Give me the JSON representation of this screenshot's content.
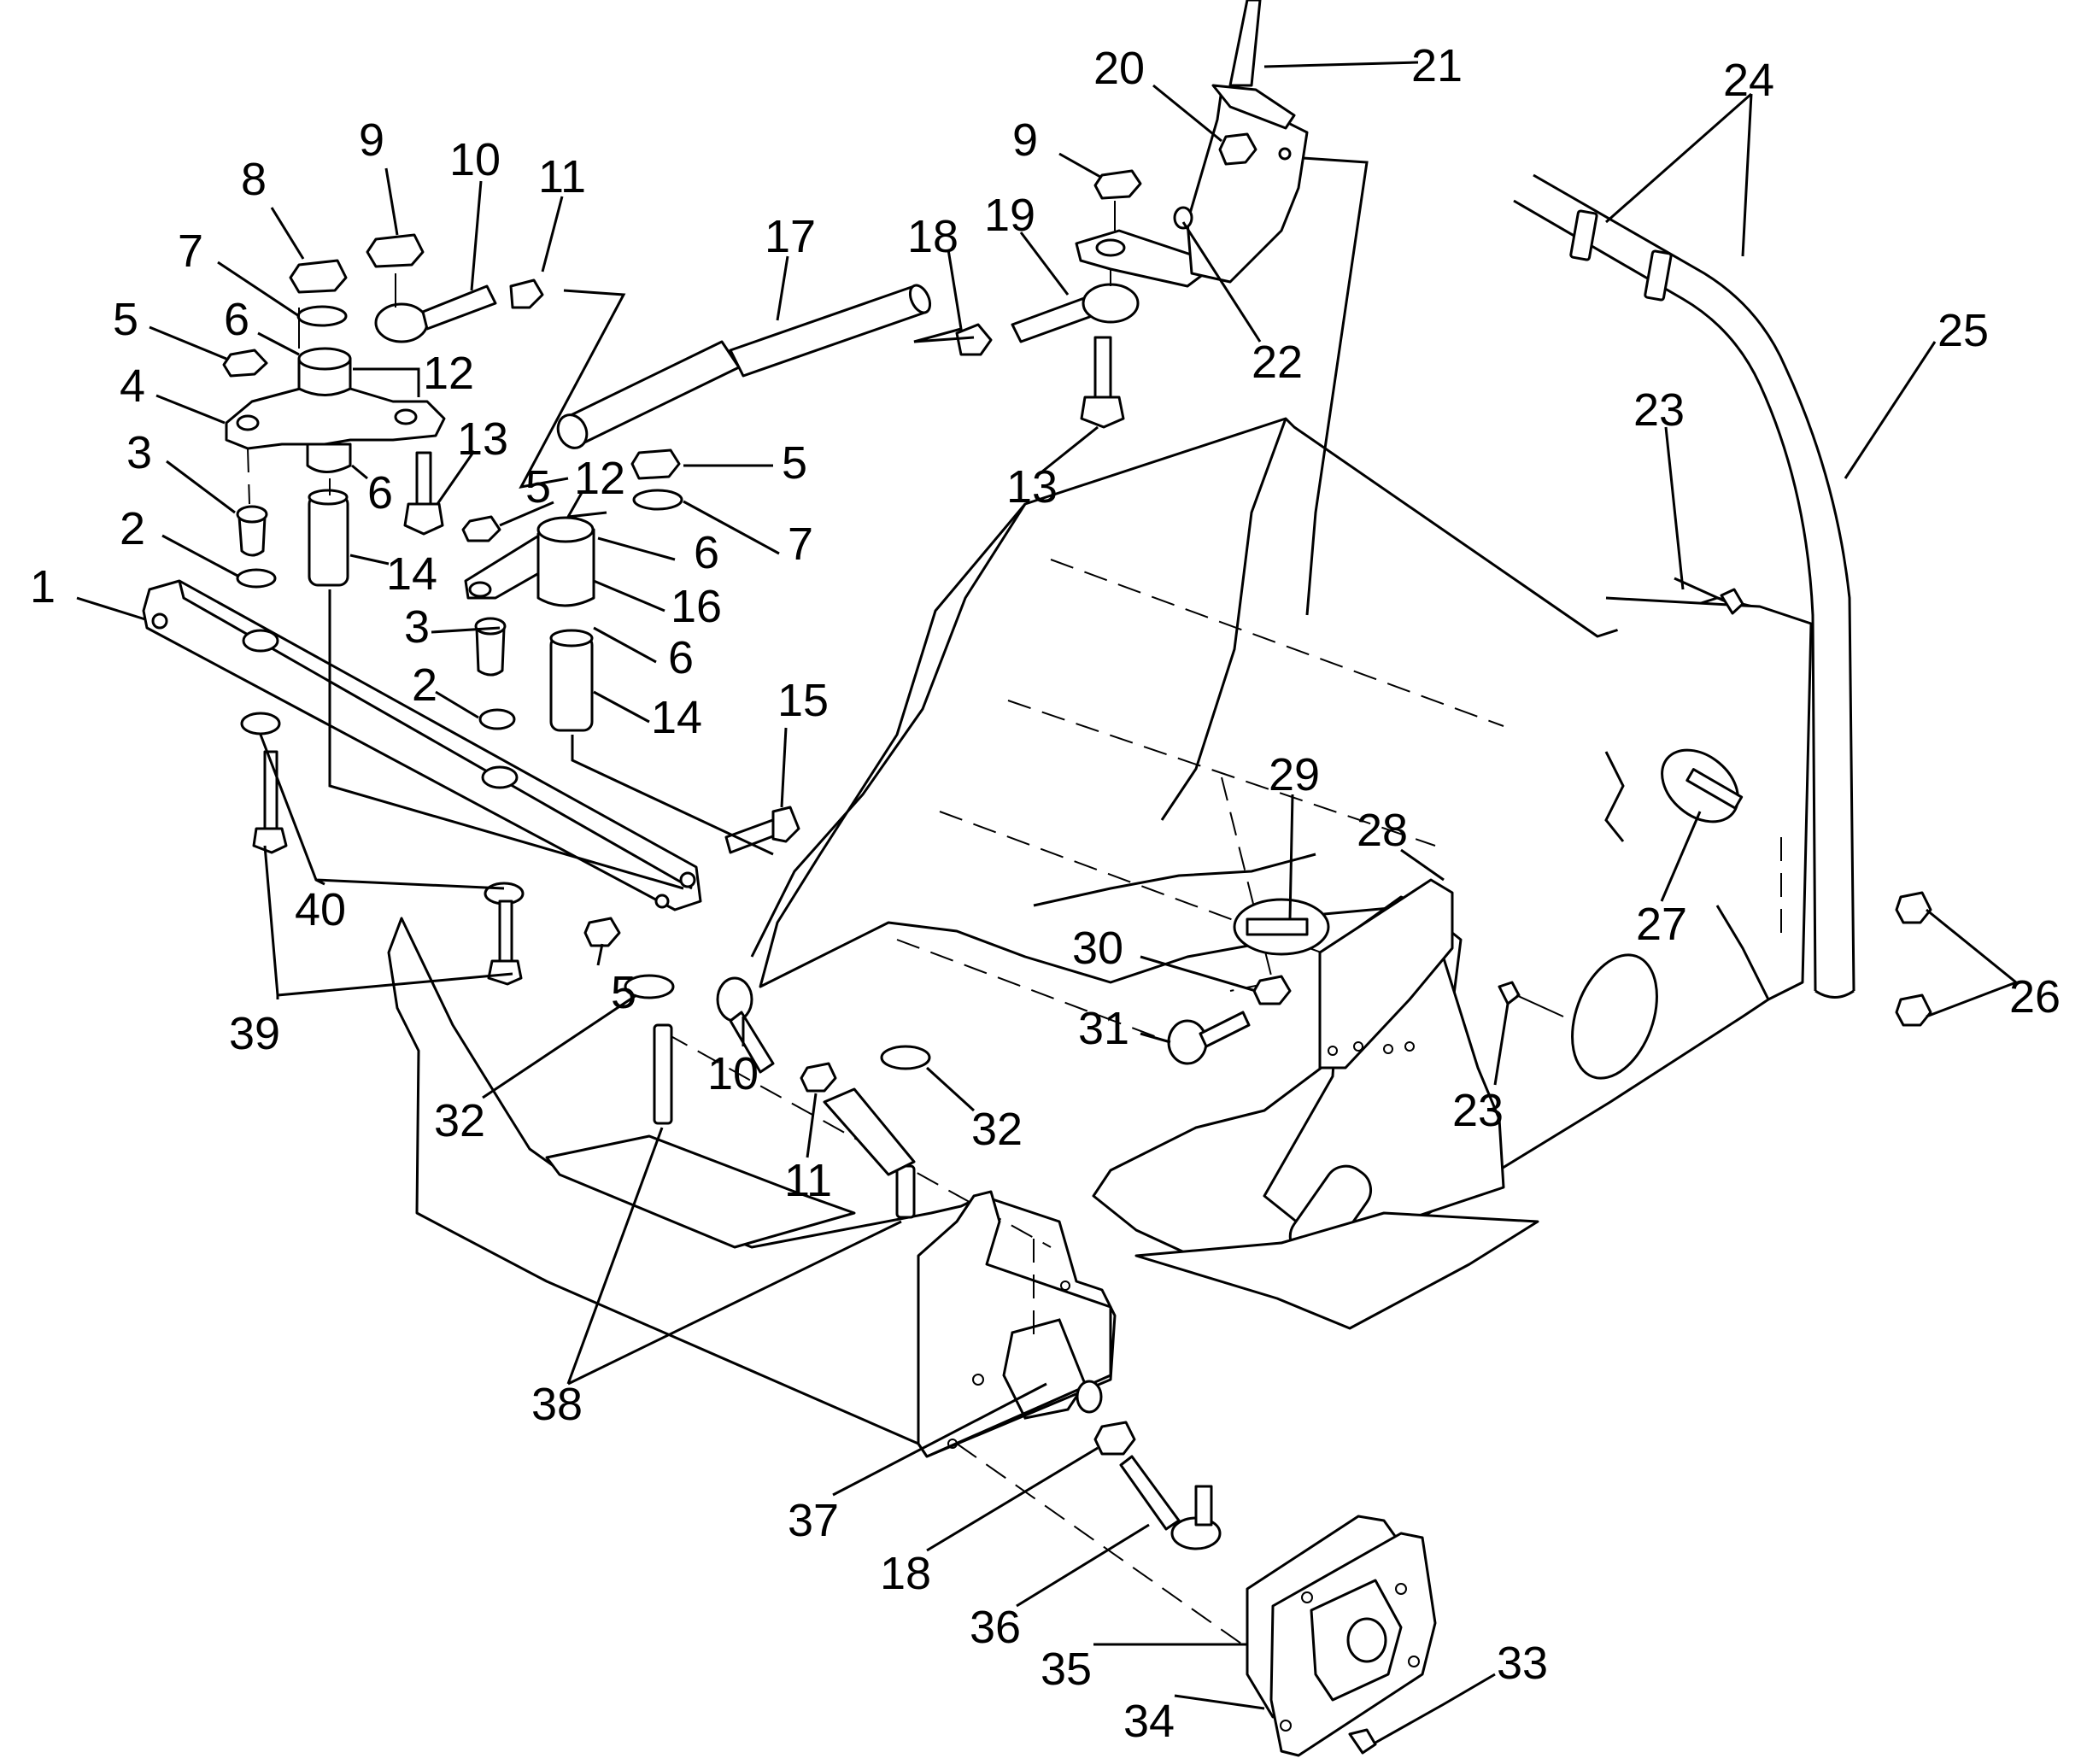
{
  "diagram": {
    "type": "exploded-parts-diagram",
    "subject": "steering linkage and frame assembly",
    "callouts": [
      {
        "id": "c1",
        "label": "1",
        "part": "steering arm"
      },
      {
        "id": "c2a",
        "label": "2",
        "part": "retaining ring"
      },
      {
        "id": "c3a",
        "label": "3",
        "part": "bushing"
      },
      {
        "id": "c4",
        "label": "4",
        "part": "steering bellcrank"
      },
      {
        "id": "c5a",
        "label": "5",
        "part": "lock nut"
      },
      {
        "id": "c6a",
        "label": "6",
        "part": "bushing"
      },
      {
        "id": "c7a",
        "label": "7",
        "part": "washer"
      },
      {
        "id": "c8",
        "label": "8",
        "part": "nut"
      },
      {
        "id": "c9a",
        "label": "9",
        "part": "nut"
      },
      {
        "id": "c10a",
        "label": "10",
        "part": "rod end"
      },
      {
        "id": "c11a",
        "label": "11",
        "part": "jam nut"
      },
      {
        "id": "c12a",
        "label": "12",
        "part": "pivot"
      },
      {
        "id": "c13a",
        "label": "13",
        "part": "bolt"
      },
      {
        "id": "c6b",
        "label": "6",
        "part": "bushing"
      },
      {
        "id": "c14a",
        "label": "14",
        "part": "spacer tube"
      },
      {
        "id": "c5b",
        "label": "5",
        "part": "lock nut"
      },
      {
        "id": "c12b",
        "label": "12",
        "part": "pivot"
      },
      {
        "id": "c5c",
        "label": "5",
        "part": "lock nut"
      },
      {
        "id": "c7b",
        "label": "7",
        "part": "washer"
      },
      {
        "id": "c6c",
        "label": "6",
        "part": "bushing"
      },
      {
        "id": "c16",
        "label": "16",
        "part": "idler arm"
      },
      {
        "id": "c6d",
        "label": "6",
        "part": "bushing"
      },
      {
        "id": "c3b",
        "label": "3",
        "part": "bushing"
      },
      {
        "id": "c2b",
        "label": "2",
        "part": "retaining ring"
      },
      {
        "id": "c14b",
        "label": "14",
        "part": "spacer tube"
      },
      {
        "id": "c15",
        "label": "15",
        "part": "bolt"
      },
      {
        "id": "c17",
        "label": "17",
        "part": "tie rod"
      },
      {
        "id": "c18a",
        "label": "18",
        "part": "jam nut"
      },
      {
        "id": "c19",
        "label": "19",
        "part": "rod end"
      },
      {
        "id": "c13b",
        "label": "13",
        "part": "bolt"
      },
      {
        "id": "c20",
        "label": "20",
        "part": "lock nut"
      },
      {
        "id": "c21",
        "label": "21",
        "part": "steering column"
      },
      {
        "id": "c9b",
        "label": "9",
        "part": "nut"
      },
      {
        "id": "c22",
        "label": "22",
        "part": "set screw"
      },
      {
        "id": "c24",
        "label": "24",
        "part": "clamps"
      },
      {
        "id": "c25",
        "label": "25",
        "part": "handlebar / tube"
      },
      {
        "id": "c23a",
        "label": "23",
        "part": "rivet"
      },
      {
        "id": "c29",
        "label": "29",
        "part": "bolt with grommet"
      },
      {
        "id": "c28",
        "label": "28",
        "part": "bracket"
      },
      {
        "id": "c30",
        "label": "30",
        "part": "lock nut"
      },
      {
        "id": "c31",
        "label": "31",
        "part": "knob"
      },
      {
        "id": "c27",
        "label": "27",
        "part": "bolt with grommet"
      },
      {
        "id": "c23b",
        "label": "23",
        "part": "rivet"
      },
      {
        "id": "c26",
        "label": "26",
        "part": "lock nuts"
      },
      {
        "id": "c40",
        "label": "40",
        "part": "washers"
      },
      {
        "id": "c39",
        "label": "39",
        "part": "bolts"
      },
      {
        "id": "c5d",
        "label": "5",
        "part": "lock nut"
      },
      {
        "id": "c32a",
        "label": "32",
        "part": "washer"
      },
      {
        "id": "c10b",
        "label": "10",
        "part": "rod end"
      },
      {
        "id": "c11b",
        "label": "11",
        "part": "jam nut"
      },
      {
        "id": "c32b",
        "label": "32",
        "part": "washer"
      },
      {
        "id": "c38",
        "label": "38",
        "part": "studs"
      },
      {
        "id": "c37",
        "label": "37",
        "part": "frame"
      },
      {
        "id": "c18b",
        "label": "18",
        "part": "jam nut"
      },
      {
        "id": "c36",
        "label": "36",
        "part": "rod end"
      },
      {
        "id": "c35",
        "label": "35",
        "part": "boot"
      },
      {
        "id": "c34",
        "label": "34",
        "part": "plate"
      },
      {
        "id": "c33",
        "label": "33",
        "part": "rivet"
      }
    ]
  }
}
